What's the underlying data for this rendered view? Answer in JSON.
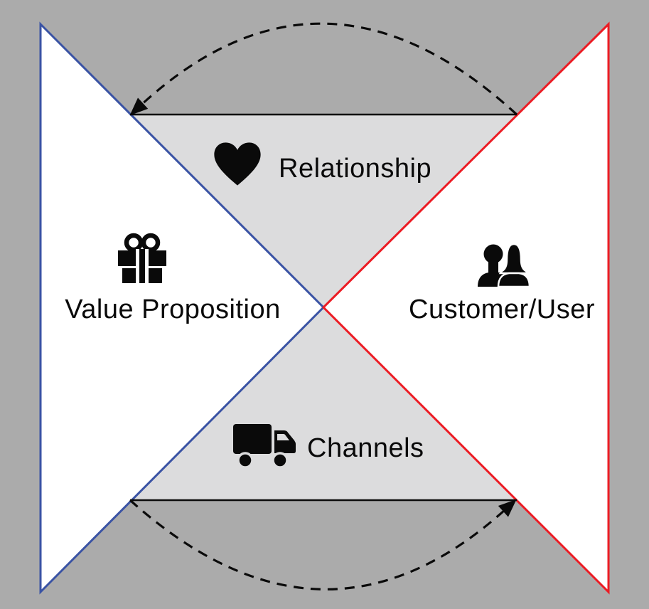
{
  "colors": {
    "background": "#ababab",
    "wedge": "#dcdcdd",
    "panel": "#ffffff",
    "left_border": "#3a53a4",
    "right_border": "#ec1c24",
    "ink": "#0a0a0a"
  },
  "sections": {
    "left": {
      "label": "Value Proposition",
      "icon": "gift-icon"
    },
    "right": {
      "label": "Customer/User",
      "icon": "people-icon"
    },
    "top": {
      "label": "Relationship",
      "icon": "heart-icon"
    },
    "bottom": {
      "label": "Channels",
      "icon": "truck-icon"
    }
  },
  "connectors": {
    "top": {
      "style": "solid line with dashed return arc",
      "direction": "right-to-left",
      "arrow": "left"
    },
    "bottom": {
      "style": "solid line with dashed return arc",
      "direction": "left-to-right",
      "arrow": "right"
    }
  }
}
